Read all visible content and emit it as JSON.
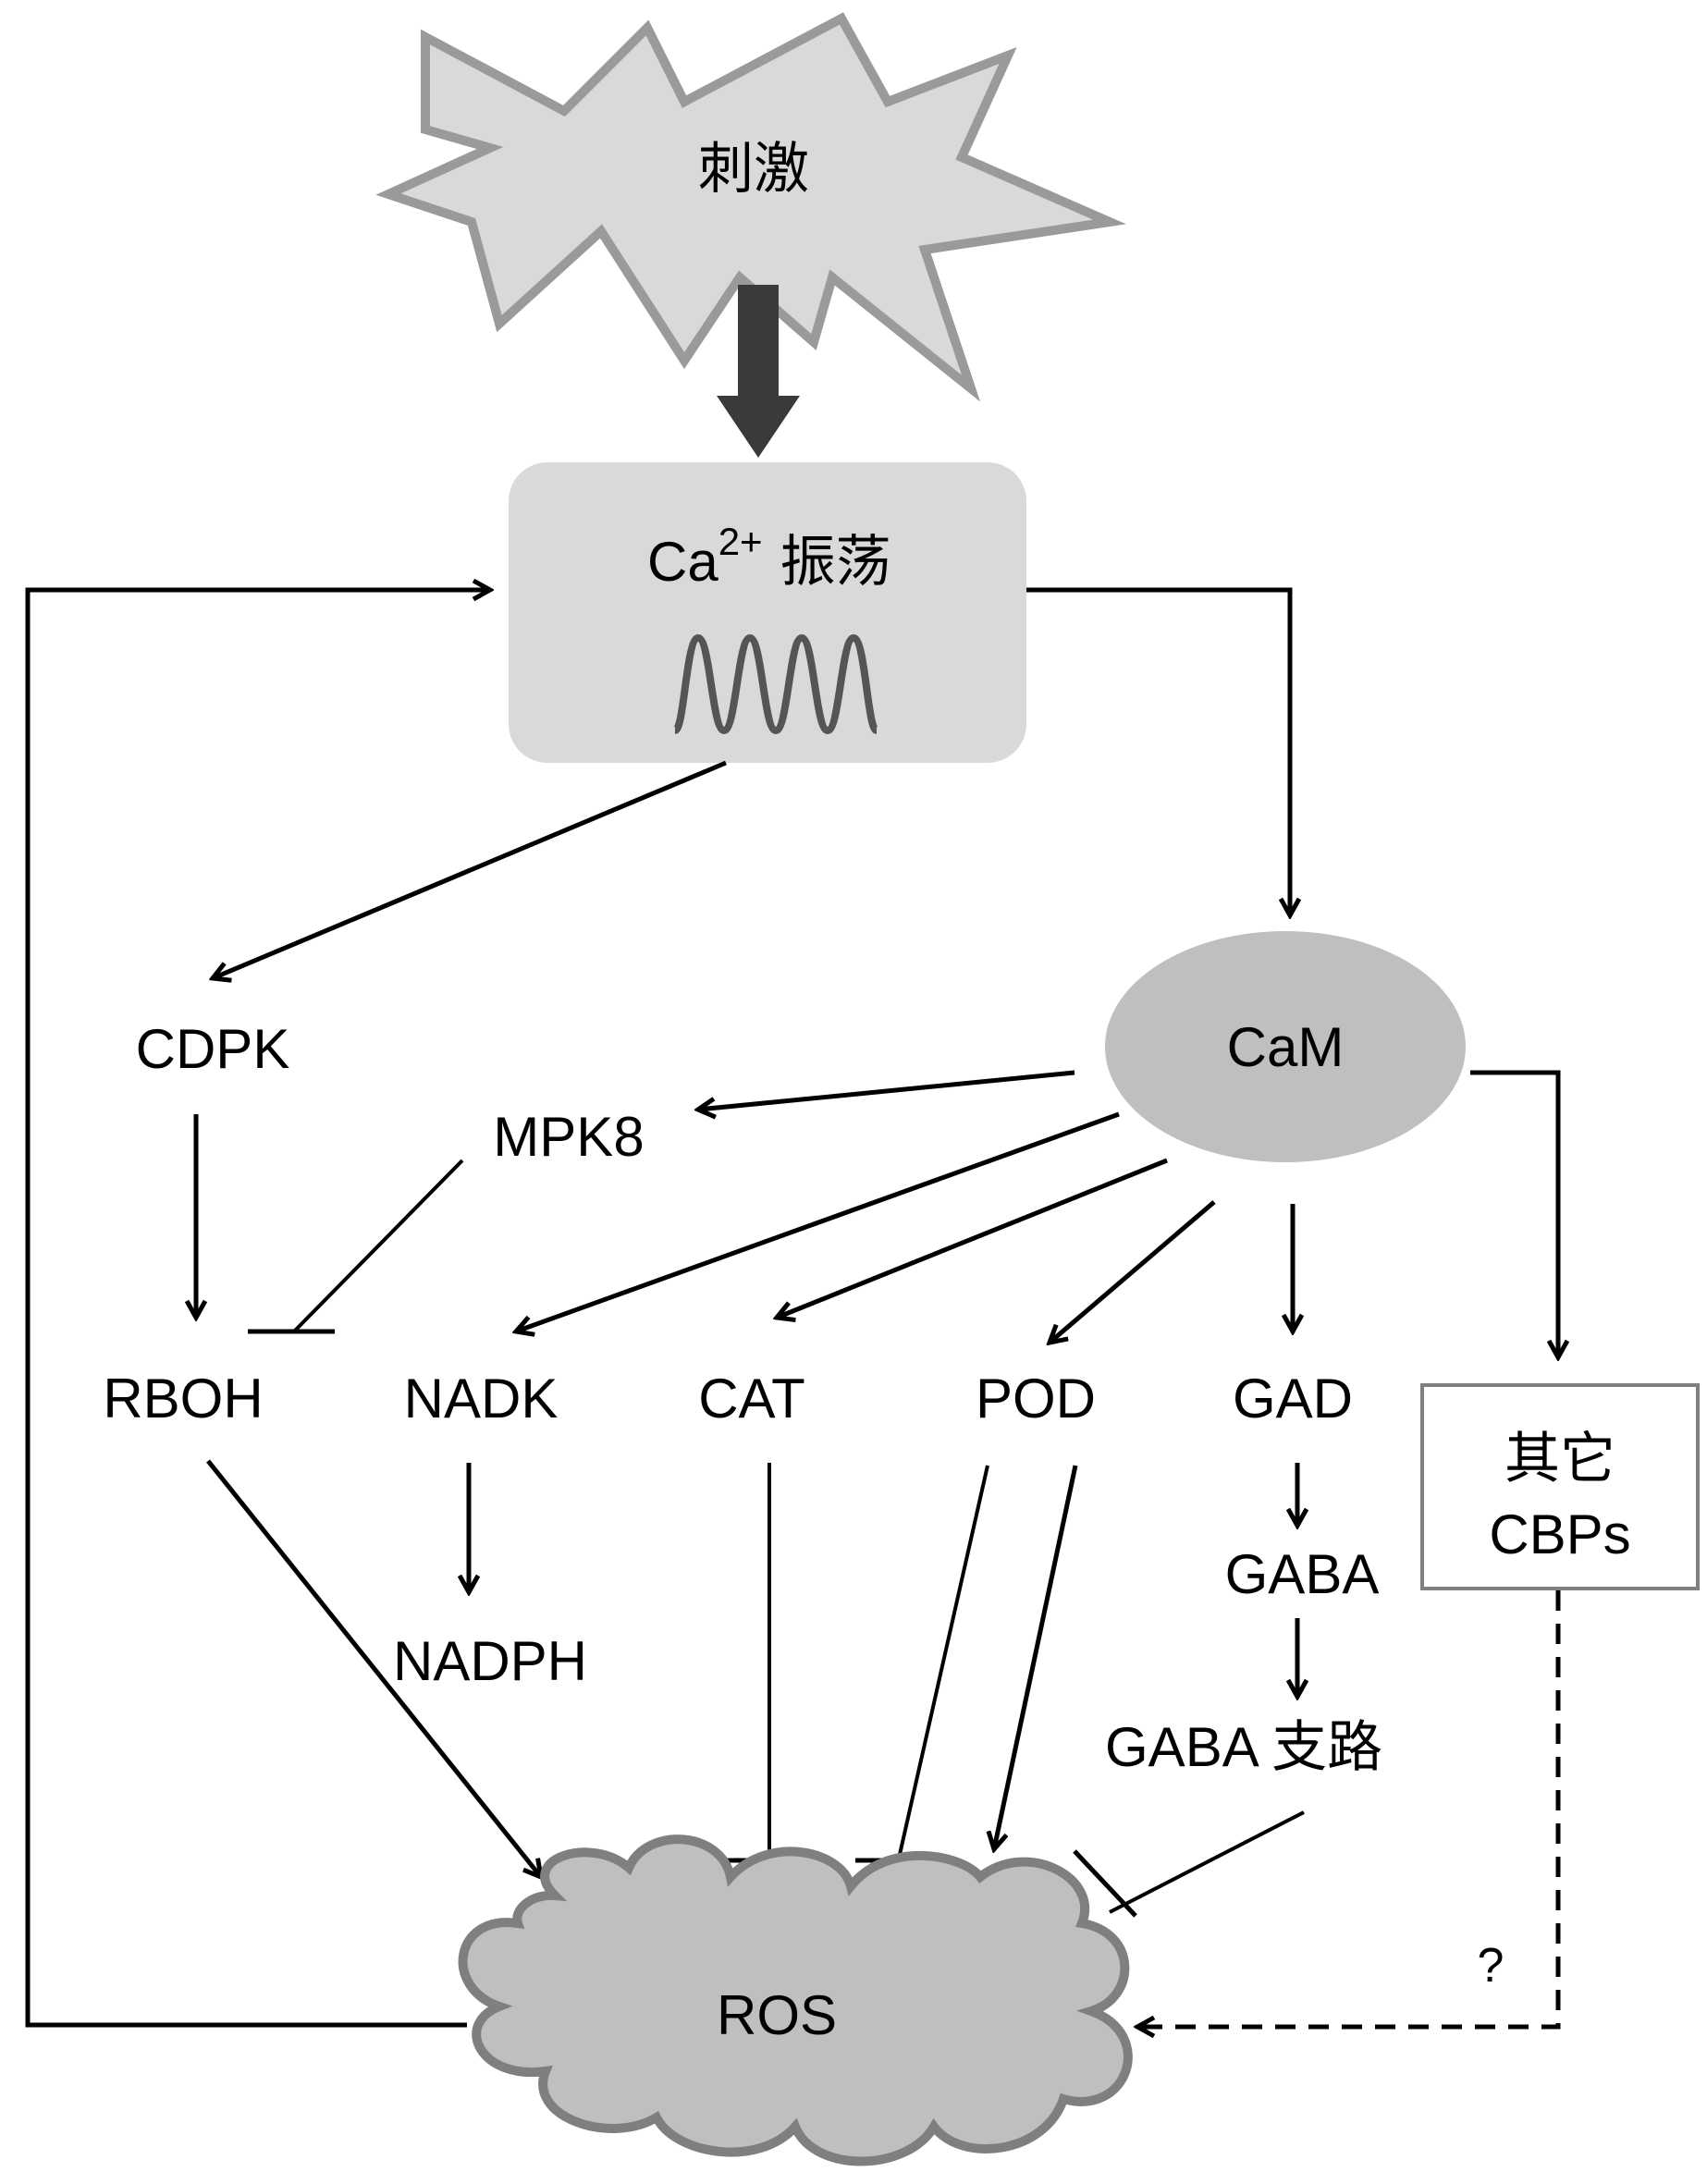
{
  "nodes": {
    "stimulus": "刺激",
    "ca_prefix": "Ca",
    "ca_sup": "2+",
    "ca_suffix": " 振荡",
    "cam": "CaM",
    "cdpk": "CDPK",
    "mpk8": "MPK8",
    "rboh": "RBOH",
    "nadk": "NADK",
    "cat": "CAT",
    "pod": "POD",
    "gad": "GAD",
    "other_cbps_line1": "其它",
    "other_cbps_line2": "CBPs",
    "nadph": "NADPH",
    "gaba": "GABA",
    "gaba_shunt": "GABA 支路",
    "ros": "ROS",
    "unknown": "?"
  },
  "colors": {
    "stimulus_fill": "#d9d9d9",
    "stimulus_stroke": "#9a9a9a",
    "box_fill": "#d9d9d9",
    "cam_fill": "#bfbfbf",
    "ros_fill": "#bfbfbf",
    "ros_stroke": "#7f7f7f",
    "thick_arrow": "#3a3a3a",
    "line": "#000000"
  },
  "edges": [
    {
      "from": "stimulus",
      "to": "ca_oscillation",
      "type": "activation"
    },
    {
      "from": "ca_oscillation",
      "to": "cdpk",
      "type": "activation"
    },
    {
      "from": "ca_oscillation",
      "to": "cam",
      "type": "activation"
    },
    {
      "from": "cdpk",
      "to": "rboh",
      "type": "activation"
    },
    {
      "from": "mpk8",
      "to": "rboh",
      "type": "inhibition"
    },
    {
      "from": "cam",
      "to": "mpk8",
      "type": "activation"
    },
    {
      "from": "cam",
      "to": "nadk",
      "type": "activation"
    },
    {
      "from": "cam",
      "to": "cat",
      "type": "activation"
    },
    {
      "from": "cam",
      "to": "pod",
      "type": "activation"
    },
    {
      "from": "cam",
      "to": "gad",
      "type": "activation"
    },
    {
      "from": "cam",
      "to": "other_cbps",
      "type": "activation"
    },
    {
      "from": "nadk",
      "to": "nadph",
      "type": "activation"
    },
    {
      "from": "gad",
      "to": "gaba",
      "type": "activation"
    },
    {
      "from": "gaba",
      "to": "gaba_shunt",
      "type": "activation"
    },
    {
      "from": "rboh",
      "to": "ros",
      "type": "activation"
    },
    {
      "from": "cat",
      "to": "ros",
      "type": "inhibition"
    },
    {
      "from": "pod",
      "to": "ros",
      "type": "inhibition"
    },
    {
      "from": "pod",
      "to": "ros",
      "type": "activation"
    },
    {
      "from": "gaba_shunt",
      "to": "ros",
      "type": "inhibition"
    },
    {
      "from": "other_cbps",
      "to": "ros",
      "type": "unknown"
    },
    {
      "from": "ros",
      "to": "ca_oscillation",
      "type": "activation"
    }
  ]
}
